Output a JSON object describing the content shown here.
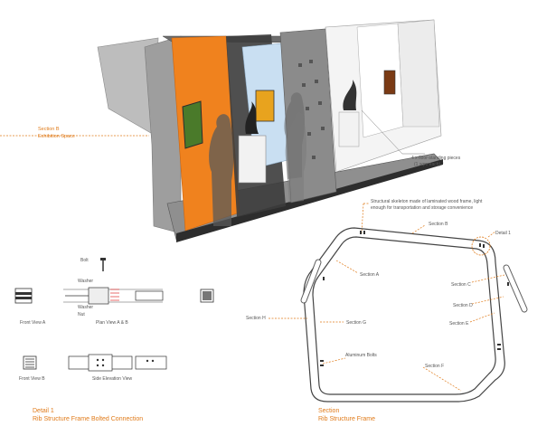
{
  "colors": {
    "accent": "#e07b1a",
    "frame": "#3a3a3a",
    "wood": "#cfcfcf",
    "glass": "#c9dff2",
    "wall_orange": "#f0821e"
  },
  "section_b": {
    "title": "Section B",
    "subtitle": "Exhibition Space"
  },
  "callouts": {
    "floor_pieces_line1": "4 x floor-standing pieces",
    "floor_pieces_line2": "(1 sqm each)",
    "skeleton_line1": "Structural skeleton made of laminated wood frame, light",
    "skeleton_line2": "enough for transportation and storage convenience"
  },
  "detail1": {
    "bolt": "Bolt",
    "washer_top": "Washer",
    "washer_bottom": "Washer",
    "nut": "Nut",
    "front_view_a": "Front View A",
    "plan_view": "Plan View A & B",
    "front_view_b": "Front View B",
    "side_elevation": "Side Elevation View",
    "caption_title": "Detail 1",
    "caption_subtitle": "Rib Structure Frame Bolted Connection"
  },
  "section_labels": {
    "section_a": "Section A",
    "section_b": "Section B",
    "section_c": "Section C",
    "section_d": "Section D",
    "section_e": "Section E",
    "section_f": "Section F",
    "section_g": "Section G",
    "section_h": "Section H",
    "aluminum_bolts": "Aluminum Bolts",
    "detail_1": "Detail 1"
  },
  "frame_caption": {
    "title": "Section",
    "subtitle": "Rib Structure Frame"
  }
}
